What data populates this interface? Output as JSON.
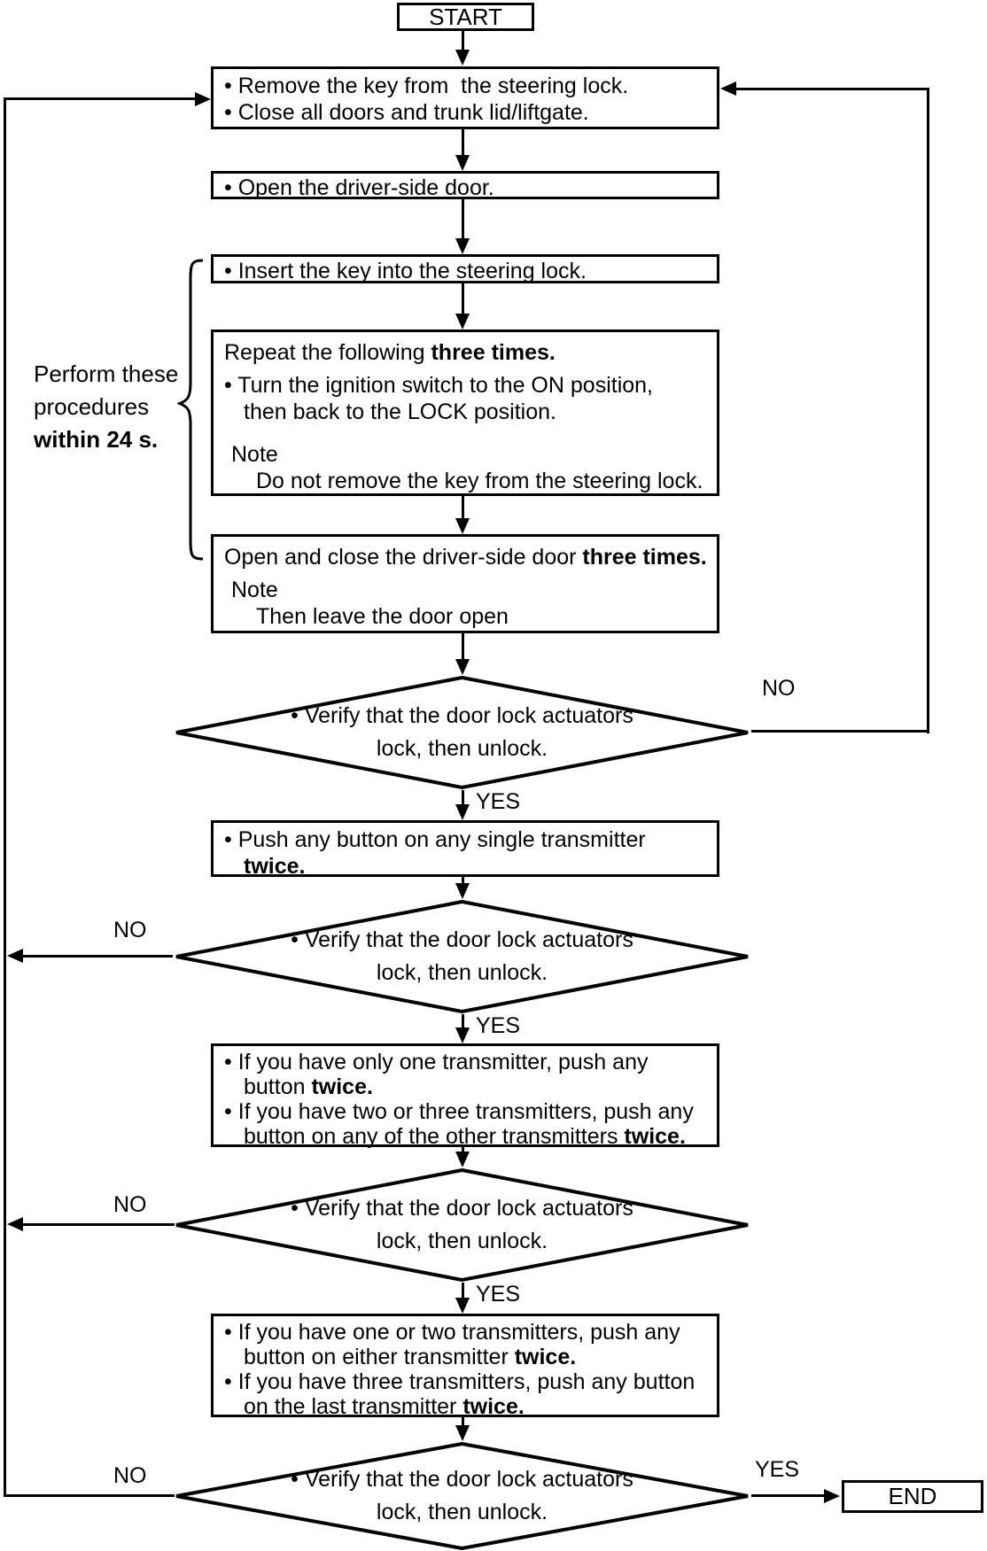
{
  "diagram": {
    "start_label": "START",
    "end_label": "END",
    "side_note_lines": [
      {
        "ind": 0,
        "seg": [
          [
            "Perform these",
            0
          ]
        ]
      },
      {
        "ind": 0,
        "seg": [
          [
            "procedures",
            0
          ]
        ]
      },
      {
        "ind": 0,
        "seg": [
          [
            "within 24 s.",
            1
          ]
        ]
      }
    ],
    "boxes": {
      "remove_key": [
        {
          "ind": 0,
          "seg": [
            [
              "• Remove the key from  the steering lock.",
              0
            ]
          ]
        },
        {
          "ind": 0,
          "seg": [
            [
              "• Close all doors and trunk lid/liftgate.",
              0
            ]
          ]
        }
      ],
      "open_door": [
        {
          "ind": 0,
          "seg": [
            [
              "• Open the driver-side door.",
              0
            ]
          ]
        }
      ],
      "insert_key": [
        {
          "ind": 0,
          "seg": [
            [
              "• Insert the key into the steering lock.",
              0
            ]
          ]
        }
      ],
      "repeat_ignition": [
        {
          "ind": 0,
          "seg": [
            [
              "Repeat the following ",
              0
            ],
            [
              "three times.",
              1
            ]
          ]
        },
        {
          "ind": 0,
          "gap": "sm",
          "seg": [
            [
              "• Turn the ignition switch to the ON position,",
              0
            ]
          ]
        },
        {
          "ind": 1,
          "seg": [
            [
              "then back to the LOCK position.",
              0
            ]
          ]
        },
        {
          "ind": 2,
          "gap": "lg",
          "seg": [
            [
              "Note",
              0
            ]
          ]
        },
        {
          "ind": 3,
          "seg": [
            [
              "Do not remove the key from the steering lock.",
              0
            ]
          ]
        }
      ],
      "open_close_door": [
        {
          "ind": 0,
          "seg": [
            [
              "Open and close the driver-side door ",
              0
            ],
            [
              "three times.",
              1
            ]
          ]
        },
        {
          "ind": 2,
          "gap": "sm",
          "seg": [
            [
              "Note",
              0
            ]
          ]
        },
        {
          "ind": 3,
          "seg": [
            [
              "Then leave the door open",
              0
            ]
          ]
        }
      ],
      "push_any_button": [
        {
          "ind": 0,
          "seg": [
            [
              "• Push any button on any single transmitter",
              0
            ]
          ]
        },
        {
          "ind": 1,
          "seg": [
            [
              "twice.",
              1
            ]
          ]
        }
      ],
      "one_transmitter": [
        {
          "ind": 0,
          "seg": [
            [
              "• If you have only one transmitter, push any",
              0
            ]
          ]
        },
        {
          "ind": 1,
          "seg": [
            [
              "button ",
              0
            ],
            [
              "twice.",
              1
            ]
          ]
        },
        {
          "ind": 0,
          "seg": [
            [
              "• If you have two or three transmitters, push any",
              0
            ]
          ]
        },
        {
          "ind": 1,
          "seg": [
            [
              "button on any of the other transmitters ",
              0
            ],
            [
              "twice.",
              1
            ]
          ]
        }
      ],
      "last_transmitter": [
        {
          "ind": 0,
          "seg": [
            [
              "• If you have one or two transmitters, push any",
              0
            ]
          ]
        },
        {
          "ind": 1,
          "seg": [
            [
              "button on either transmitter ",
              0
            ],
            [
              "twice.",
              1
            ]
          ]
        },
        {
          "ind": 0,
          "seg": [
            [
              "• If you have three transmitters, push any button",
              0
            ]
          ]
        },
        {
          "ind": 1,
          "seg": [
            [
              "on the last transmitter ",
              0
            ],
            [
              "twice.",
              1
            ]
          ]
        }
      ]
    },
    "decisions": [
      {
        "line1": "• Verify that the door lock actuators",
        "line2": "lock, then unlock.",
        "no": "NO",
        "yes": "YES"
      },
      {
        "line1": "• Verify that the door lock actuators",
        "line2": "lock, then unlock.",
        "no": "NO",
        "yes": "YES"
      },
      {
        "line1": "• Verify that the door lock actuators",
        "line2": "lock, then unlock.",
        "no": "NO",
        "yes": "YES"
      },
      {
        "line1": "• Verify that the door lock actuators",
        "line2": "lock, then unlock.",
        "no": "NO",
        "yes": "YES"
      }
    ],
    "colors": {
      "ink": "#000000",
      "background": "#ffffff"
    }
  }
}
